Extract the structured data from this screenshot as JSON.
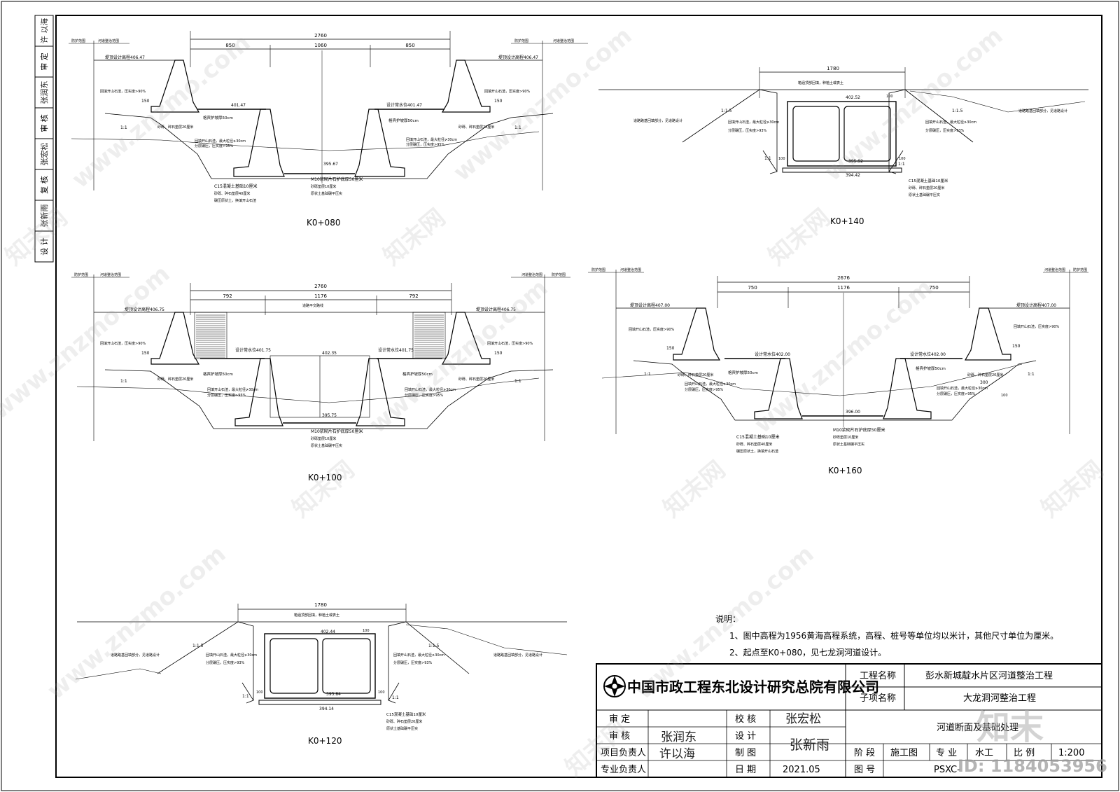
{
  "side_strip": [
    "设 计",
    "张新雨",
    "复 核",
    "张宏松",
    "审 核",
    "张润东",
    "审 定",
    "许 以海"
  ],
  "sections": {
    "k080": {
      "label": "K0+080",
      "dims": {
        "total": "2760",
        "left": "850",
        "mid": "1060",
        "right": "850"
      },
      "tags": {
        "left_range": "防护范围",
        "left_river": "河道整治范围",
        "right_range": "防护范围",
        "right_river": "河道整治范围"
      },
      "levels": {
        "top_left": "堤顶设计高程406.47",
        "top_right": "堤顶设计高程406.47",
        "berm_left": "401.47",
        "berm_right": "设计常水位401.47",
        "bed": "395.67"
      },
      "notes": {
        "fill_left": "回填开山石渣，压实度>90%",
        "fill_right": "回填开山石渣，压实度>90%",
        "w150_left": "150",
        "w150_right": "150",
        "slope_left": "1:1",
        "slope_right": "1:1",
        "gabion_left": "格宾护坡厚50cm",
        "gabion_right": "格宾护坡厚50cm",
        "base_left": "砂砾、碎石垫层20厘米",
        "base_right": "砂砾、碎石垫层20厘米",
        "backfill_left": "回填开山石渣，最大粒径≯30cm",
        "backfill_left2": "分层碾压，压实度>95%",
        "backfill_right": "回填开山石渣，最大粒径≯30cm",
        "backfill_right2": "分层碾压，压实度>95%",
        "c15_1": "C15混凝土基础10厘米",
        "c15_2": "砂砾、碎石垫层40厘米",
        "c15_3": "碾压原状土，换填开山石渣",
        "m10_1": "M10浆砌片石护底厚50厘米",
        "m10_2": "砂砾垫层10厘米",
        "m10_3": "原状土基础碾平压实"
      }
    },
    "k140": {
      "label": "K0+140",
      "dims": {
        "total": "1780"
      },
      "levels": {
        "top": "402.52",
        "inner": "395.92",
        "bottom": "394.42"
      },
      "notes": {
        "top_fill": "箱涵顶部回填，种植土或表土",
        "h100": "100",
        "w100_left": "100",
        "w100_right": "100",
        "slope_left": "1:1.5",
        "slope_right": "1:1.5",
        "slope_b_left": "1:1",
        "slope_b_right": "1:1",
        "road_left": "道路路基回填部分，见道路设计",
        "road_right": "道路路基回填部分，见道路设计",
        "fill_left": "回填开山石渣，最大粒径≯30cm",
        "fill_left2": "分层碾压，压实度>93%",
        "fill_right": "回填开山石渣，最大粒径≯30cm",
        "fill_right2": "分层碾压，压实度>93%",
        "c15_1": "C15混凝土基础10厘米",
        "c15_2": "砂砾、碎石垫层20厘米",
        "c15_3": "原状土基础碾平压实"
      }
    },
    "k100": {
      "label": "K0+100",
      "dims": {
        "total": "2760",
        "left": "792",
        "mid": "1176",
        "right": "792"
      },
      "tags": {
        "left_range": "防护范围",
        "left_river": "河道整治范围",
        "right_range": "防护范围",
        "right_river": "河道整治范围"
      },
      "levels": {
        "top_left": "堤顶设计高程406.75",
        "top_right": "堤顶设计高程406.75",
        "berm_left": "设计常水位401.75",
        "berm_right": "设计常水位401.75",
        "box_top": "402.35",
        "bed": "395.75"
      },
      "notes": {
        "road": "道路平交路线",
        "fill_left": "回填开山石渣，压实度>90%",
        "fill_right": "回填开山石渣，压实度>90%",
        "w150_left": "150",
        "w150_right": "150",
        "slope_left": "1:1",
        "slope_right": "1:1",
        "gabion_left": "格宾护坡厚50cm",
        "gabion_right": "格宾护坡厚50cm",
        "base_left": "砂砾、碎石垫层20厘米",
        "base_right": "砂砾、碎石垫层20厘米",
        "backfill_left": "回填开山石渣，最大粒径≯30cm",
        "backfill_left2": "分层碾压，压实度>95%",
        "backfill_right": "回填开山石渣，最大粒径≯30cm",
        "backfill_right2": "分层碾压，压实度>95%",
        "m10_1": "M10浆砌片石护底厚50厘米",
        "m10_2": "砂砾垫层10厘米",
        "m10_3": "原状土基础碾平压实"
      }
    },
    "k160": {
      "label": "K0+160",
      "dims": {
        "total": "2676",
        "left": "750",
        "mid": "1176",
        "right": "750"
      },
      "tags": {
        "left_range": "防护范围",
        "left_river": "河道整治范围",
        "right_range": "防护范围",
        "right_river": "河道整治范围"
      },
      "levels": {
        "top_left": "堤顶设计高程407.00",
        "top_right": "堤顶设计高程407.00",
        "berm_left": "设计常水位402.00",
        "berm_right": "设计常水位402.00",
        "bed": "396.00"
      },
      "notes": {
        "fill_left": "回填开山石渣，压实度>90%",
        "fill_right": "回填开山石渣，压实度>90%",
        "w150_left": "150",
        "w150_right": "150",
        "w300": "300",
        "w100": "100",
        "slope_left": "1:1",
        "slope_right": "1:1",
        "gabion_left": "格宾护坡厚50cm",
        "gabion_right": "格宾护坡厚50cm",
        "base_left": "砂砾、碎石垫层20厘米",
        "base_right": "砂砾、碎石垫层20厘米",
        "backfill_left": "回填开山石渣，最大粒径≯30cm",
        "backfill_left2": "分层碾压，压实度>95%",
        "backfill_right": "回填开山石渣，最大粒径≯30cm",
        "backfill_right2": "分层碾压，压实度>95%",
        "c15_1": "C15混凝土基础10厘米",
        "c15_2": "砂砾、碎石垫层40厘米",
        "c15_3": "碾压原状土，换填开山石渣",
        "m10_1": "M10浆砌片石护底厚50厘米",
        "m10_2": "砂砾垫层10厘米",
        "m10_3": "原状土基础碾平压实"
      }
    },
    "k120": {
      "label": "K0+120",
      "dims": {
        "total": "1780"
      },
      "levels": {
        "top": "402.44",
        "inner": "395.84",
        "bottom": "394.14"
      },
      "notes": {
        "top_fill": "箱涵顶部回填，种植土或表土",
        "h100": "100",
        "w100_left": "100",
        "w100_right": "100",
        "slope_left": "1:1.5",
        "slope_right": "1:1.5",
        "slope_b_left": "1:1",
        "slope_b_right": "1:1",
        "road_left": "道路路基回填部分，见道路设计",
        "road_right": "道路路基回填部分，见道路设计",
        "fill_left": "回填开山石渣，最大粒径≯30cm",
        "fill_left2": "分层碾压，压实度>93%",
        "fill_right": "回填开山石渣，最大粒径≯30cm",
        "fill_right2": "分层碾压，压实度>93%",
        "c15_1": "C15混凝土基础10厘米",
        "c15_2": "砂砾、碎石垫层20厘米",
        "c15_3": "原状土基础碾平压实"
      }
    }
  },
  "notes": {
    "title": "说明：",
    "n1": "1、图中高程为1956黄海高程系统，高程、桩号等单位均以米计，其他尺寸单位为厘米。",
    "n2": "2、起点至K0+080，见七龙洞河道设计。"
  },
  "title_block": {
    "company": "中国市政工程东北设计研究总院有限公司",
    "project_label": "工程名称",
    "project_value": "彭水新城靛水片区河道整治工程",
    "sub_label": "子项名称",
    "sub_value": "大龙洞河整治工程",
    "drawing_name": "河道断面及基础处理",
    "rows": {
      "approve": "审 定",
      "approve_sign": "",
      "review": "审 核",
      "review_sign": "张润东",
      "pm": "项目负责人",
      "pm_sign": "许以海",
      "discipline": "专业负责人",
      "discipline_sign": "",
      "check": "校 核",
      "check_sign": "张宏松",
      "design": "设 计",
      "design_sign": "张新雨",
      "draw": "制 图",
      "draw_sign": "",
      "date": "日 期",
      "date_value": "2021.05"
    },
    "phase_label": "阶 段",
    "phase_value": "施工图",
    "spec_label": "专 业",
    "spec_value": "水工",
    "scale_label": "比 例",
    "scale_value": "1:200",
    "drawing_no_label": "图 号",
    "drawing_no_value": "PSXC-"
  },
  "watermark": {
    "site": "www.znzmo.com",
    "brand": "知末网",
    "logo": "知末",
    "id": "ID: 1184053956"
  }
}
